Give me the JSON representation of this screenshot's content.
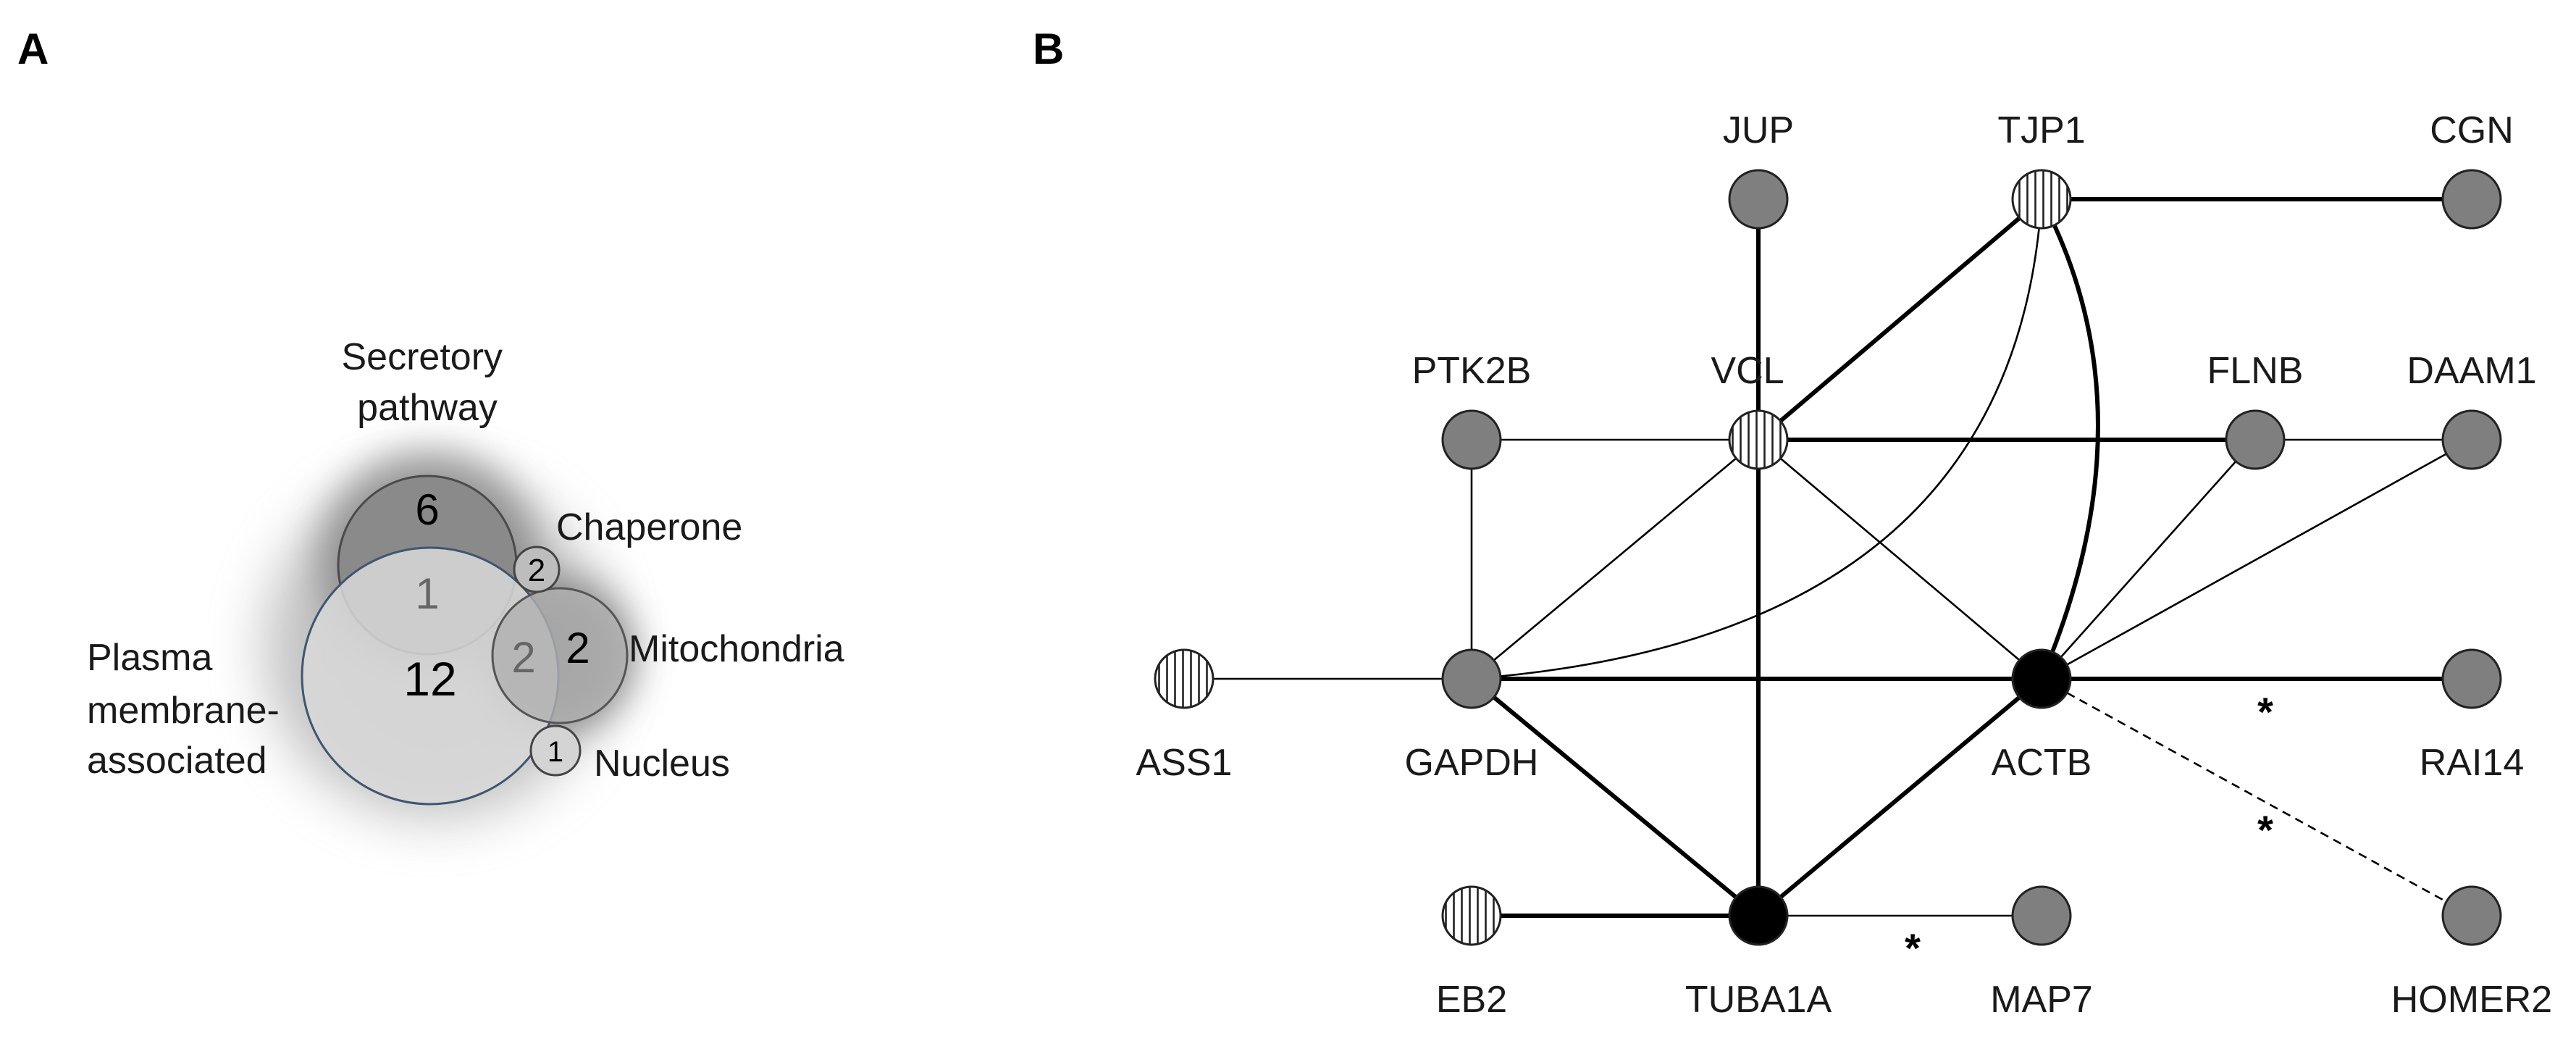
{
  "panels": {
    "a": {
      "label": "A"
    },
    "b": {
      "label": "B"
    }
  },
  "venn": {
    "sets": [
      {
        "id": "secretory",
        "label_lines": [
          "Secretory",
          "pathway"
        ],
        "count": "6"
      },
      {
        "id": "plasma",
        "label_lines": [
          "Plasma",
          "membrane-",
          "associated"
        ],
        "count": "12"
      },
      {
        "id": "chaperone",
        "label_lines": [
          "Chaperone"
        ],
        "count": "2"
      },
      {
        "id": "mito",
        "label_lines": [
          "Mitochondria"
        ],
        "count": "2"
      },
      {
        "id": "nucleus",
        "label_lines": [
          "Nucleus"
        ],
        "count": "1"
      }
    ],
    "overlaps": [
      {
        "between": [
          "secretory",
          "plasma"
        ],
        "count": "1"
      },
      {
        "between": [
          "plasma",
          "mito"
        ],
        "count": "2"
      }
    ]
  },
  "network": {
    "legend_colors": {
      "grey": "#7f7f7f",
      "black": "#000000",
      "striped": "#ffffff"
    },
    "nodes": [
      {
        "id": "JUP",
        "label": "JUP",
        "style": "grey"
      },
      {
        "id": "TJP1",
        "label": "TJP1",
        "style": "striped"
      },
      {
        "id": "CGN",
        "label": "CGN",
        "style": "grey"
      },
      {
        "id": "PTK2B",
        "label": "PTK2B",
        "style": "grey"
      },
      {
        "id": "VCL",
        "label": "VCL",
        "style": "striped"
      },
      {
        "id": "FLNB",
        "label": "FLNB",
        "style": "grey"
      },
      {
        "id": "DAAM1",
        "label": "DAAM1",
        "style": "grey"
      },
      {
        "id": "ASS1",
        "label": "ASS1",
        "style": "striped"
      },
      {
        "id": "GAPDH",
        "label": "GAPDH",
        "style": "grey"
      },
      {
        "id": "ACTB",
        "label": "ACTB",
        "style": "black"
      },
      {
        "id": "RAI14",
        "label": "RAI14",
        "style": "grey"
      },
      {
        "id": "EB2",
        "label": "EB2",
        "style": "striped"
      },
      {
        "id": "TUBA1A",
        "label": "TUBA1A",
        "style": "black"
      },
      {
        "id": "MAP7",
        "label": "MAP7",
        "style": "grey"
      },
      {
        "id": "HOMER2",
        "label": "HOMER2",
        "style": "grey"
      }
    ],
    "edges": [
      {
        "from": "JUP",
        "to": "TUBA1A",
        "weight": "thick"
      },
      {
        "from": "TJP1",
        "to": "CGN",
        "weight": "thick"
      },
      {
        "from": "TJP1",
        "to": "VCL",
        "weight": "thick"
      },
      {
        "from": "TJP1",
        "to": "ACTB",
        "weight": "thick",
        "curve": true
      },
      {
        "from": "TJP1",
        "to": "GAPDH",
        "weight": "thin",
        "curve": true
      },
      {
        "from": "PTK2B",
        "to": "VCL",
        "weight": "thin"
      },
      {
        "from": "PTK2B",
        "to": "GAPDH",
        "weight": "thin"
      },
      {
        "from": "VCL",
        "to": "FLNB",
        "weight": "thick"
      },
      {
        "from": "VCL",
        "to": "GAPDH",
        "weight": "thin"
      },
      {
        "from": "VCL",
        "to": "ACTB",
        "weight": "thin"
      },
      {
        "from": "FLNB",
        "to": "DAAM1",
        "weight": "thin"
      },
      {
        "from": "FLNB",
        "to": "ACTB",
        "weight": "thin"
      },
      {
        "from": "DAAM1",
        "to": "ACTB",
        "weight": "thin"
      },
      {
        "from": "ASS1",
        "to": "GAPDH",
        "weight": "thin"
      },
      {
        "from": "GAPDH",
        "to": "ACTB",
        "weight": "thick"
      },
      {
        "from": "ACTB",
        "to": "RAI14",
        "weight": "thick",
        "star": "*"
      },
      {
        "from": "ACTB",
        "to": "HOMER2",
        "weight": "dashed",
        "star": "*"
      },
      {
        "from": "GAPDH",
        "to": "TUBA1A",
        "weight": "thick"
      },
      {
        "from": "ACTB",
        "to": "TUBA1A",
        "weight": "thick"
      },
      {
        "from": "EB2",
        "to": "TUBA1A",
        "weight": "thick"
      },
      {
        "from": "TUBA1A",
        "to": "MAP7",
        "weight": "thin",
        "star": "*"
      }
    ]
  }
}
